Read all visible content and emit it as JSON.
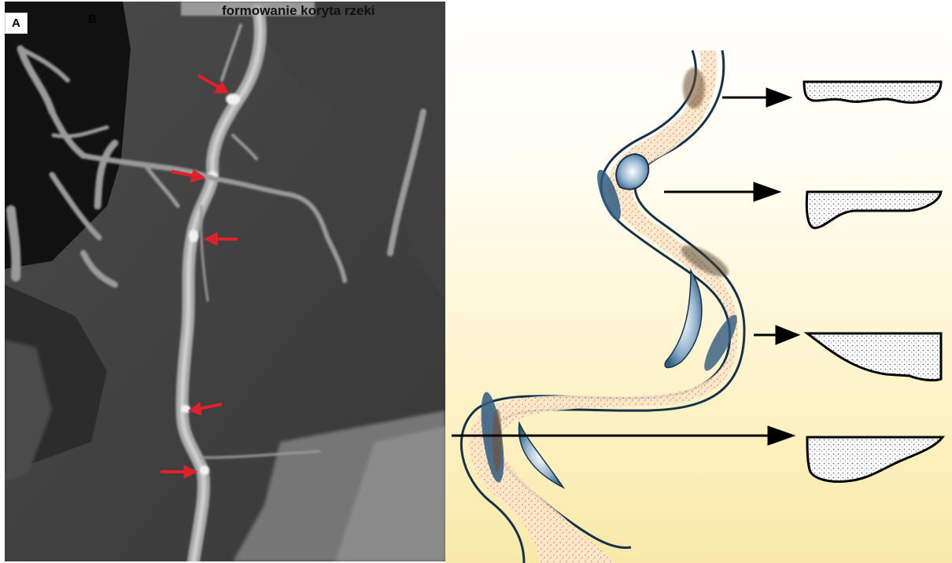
{
  "panel_a": {
    "label": "A"
  },
  "panel_b": {
    "label": "B",
    "title": "formowanie koryta rzeki"
  },
  "colors": {
    "arrow_red": "#e0202a",
    "river_edge": "#15324a",
    "sediment": "#e59a58",
    "channel_blue": "#2f5a80",
    "background_yellow": "#fdf3c8"
  }
}
